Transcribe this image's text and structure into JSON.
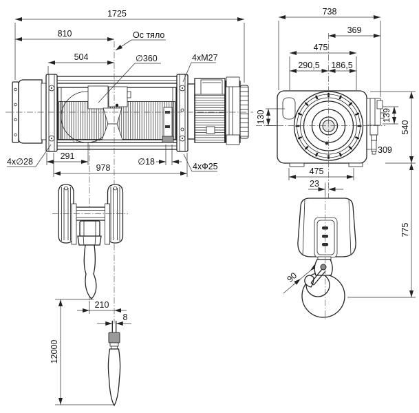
{
  "drawing": {
    "main_view": {
      "dim_overall": "1725",
      "dim_to_axis": "810",
      "dim_drum_zone": "504",
      "label_axis": "Ос тяло",
      "label_drum_dia": "∅360",
      "label_bolts_top": "4xМ27",
      "label_holes_left": "4x∅28",
      "dim_291": "291",
      "dim_978": "978",
      "label_hole_18": "∅18",
      "label_holes_right": "4xФ25"
    },
    "end_view": {
      "dim_738": "738",
      "dim_369": "369",
      "dim_475_top": "475",
      "dim_290_5": "290,5",
      "dim_186_5": "186,5",
      "dim_130": "130",
      "dim_139": "139",
      "dim_540": "540",
      "dim_309": "309",
      "dim_475_bottom": "475",
      "dim_23": "23",
      "dim_775": "775",
      "dim_90": "90"
    },
    "hook_and_rope": {
      "dim_210": "210",
      "dim_8": "8",
      "dim_12000": "12000"
    }
  }
}
